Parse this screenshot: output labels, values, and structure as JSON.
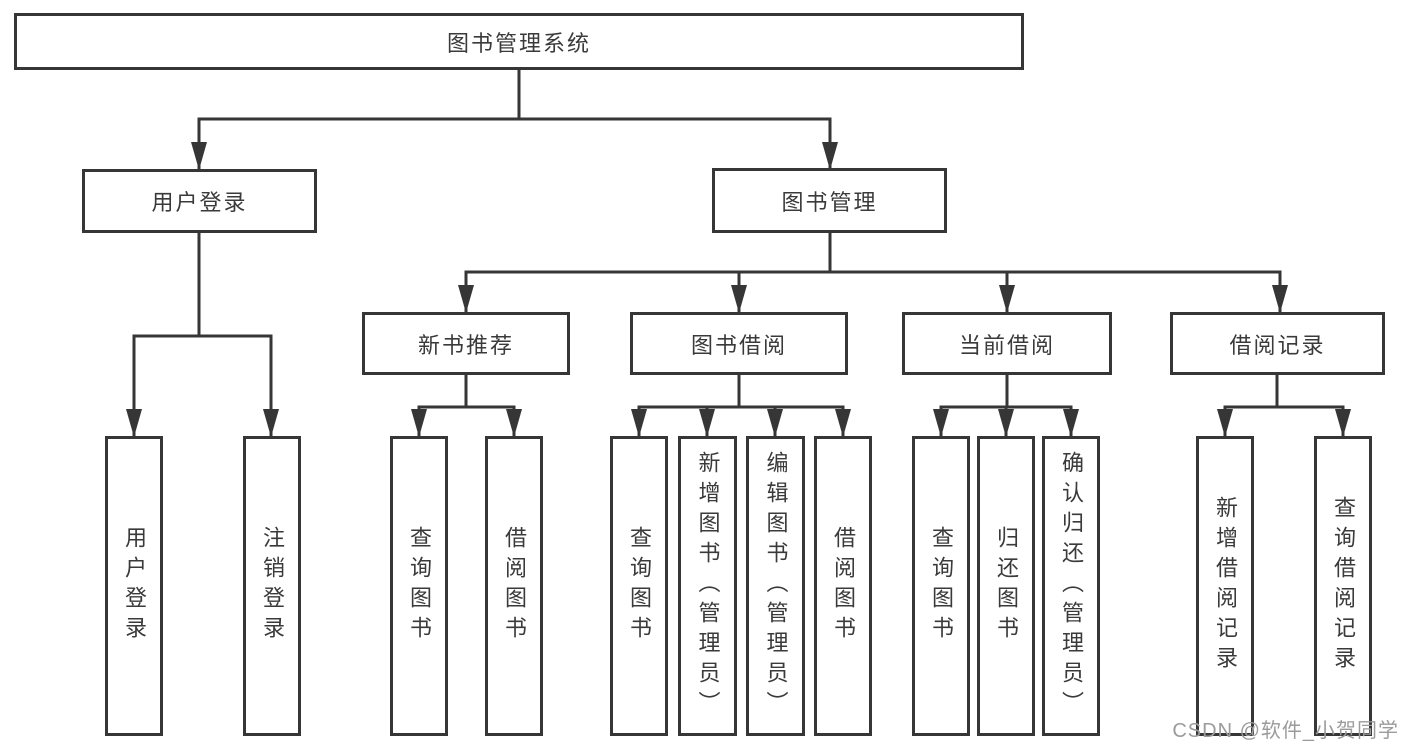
{
  "diagram": {
    "root": "图书管理系统",
    "branches": [
      {
        "label": "用户登录",
        "children": [
          "用户登录",
          "注销登录"
        ]
      },
      {
        "label": "图书管理",
        "groups": [
          {
            "label": "新书推荐",
            "children": [
              "查询图书",
              "借阅图书"
            ]
          },
          {
            "label": "图书借阅",
            "children": [
              "查询图书",
              "新增图书（管理员）",
              "编辑图书（管理员）",
              "借阅图书"
            ]
          },
          {
            "label": "当前借阅",
            "children": [
              "查询图书",
              "归还图书",
              "确认归还（管理员）"
            ]
          },
          {
            "label": "借阅记录",
            "children": [
              "新增借阅记录",
              "查询借阅记录"
            ]
          }
        ]
      }
    ],
    "colors": {
      "line": "#363636",
      "node_border": "#363636",
      "node_text": "#3a3a3a",
      "background": "#ffffff",
      "watermark_text_color": "#9b9b9b"
    },
    "watermark": "CSDN @软件_小贺同学"
  }
}
